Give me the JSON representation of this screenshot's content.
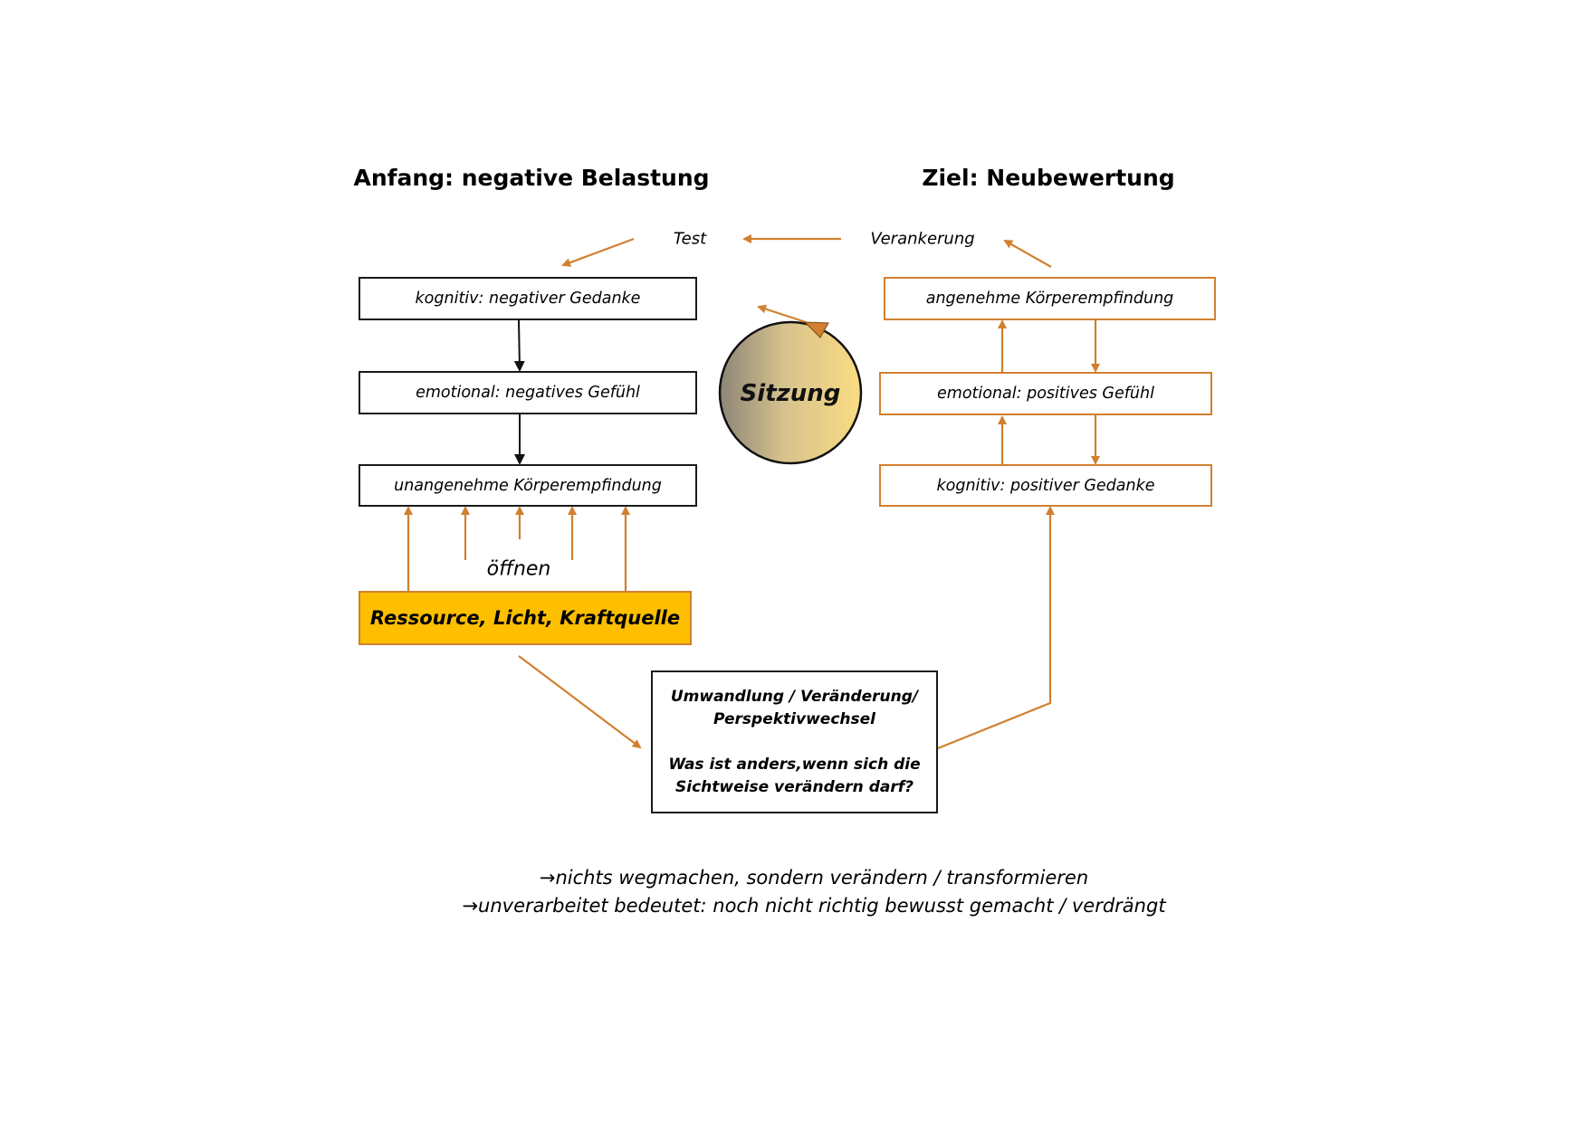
{
  "titles": {
    "left": "Anfang: negative Belastung",
    "right": "Ziel: Neubewertung"
  },
  "top_labels": {
    "test": "Test",
    "anchoring": "Verankerung"
  },
  "left_column": {
    "boxes": [
      "kognitiv: negativer Gedanke",
      "emotional: negatives Gefühl",
      "unangenehme Körperempfindung"
    ],
    "open_label": "öffnen",
    "resource": "Ressource, Licht, Kraftquelle"
  },
  "right_column": {
    "boxes": [
      "angenehme Körperempfindung",
      "emotional: positives Gefühl",
      "kognitiv: positiver Gedanke"
    ]
  },
  "session": {
    "label": "Sitzung"
  },
  "transformation": {
    "line1": "Umwandlung / Veränderung/",
    "line2": "Perspektivwechsel",
    "question1": "Was ist anders,wenn sich die",
    "question2": "Sichtweise verändern darf?"
  },
  "footer": {
    "arrow": "→",
    "line1": "nichts wegmachen, sondern verändern / transformieren",
    "line2": "unverarbeitet bedeutet: noch nicht richtig bewusst gemacht / verdrängt"
  },
  "colors": {
    "orange": "#d0802f",
    "resource_fill": "#fdbf00",
    "circle_gradient_start": "#8c8577",
    "circle_gradient_end": "#fbdc82"
  }
}
